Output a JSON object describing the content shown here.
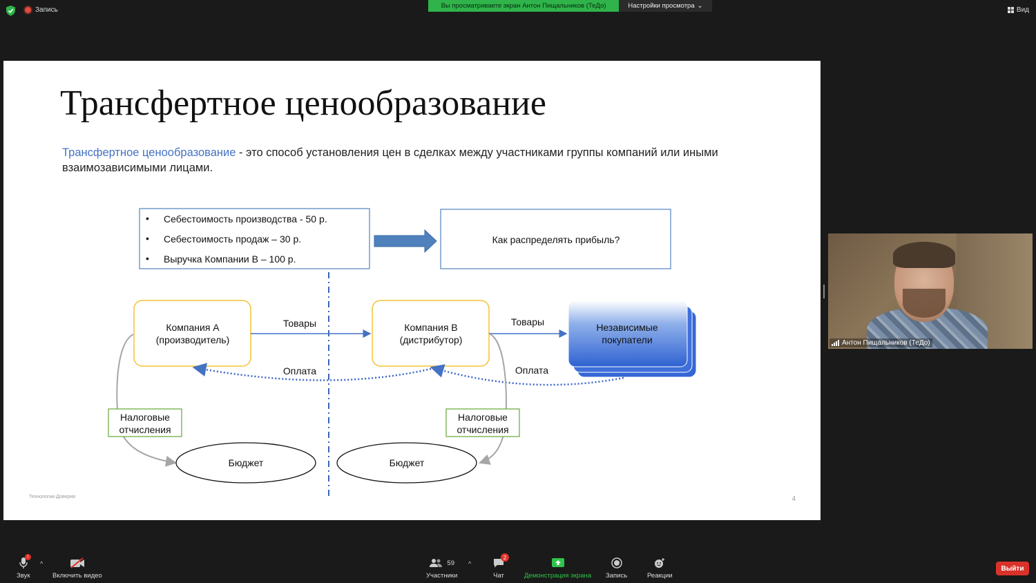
{
  "topbar": {
    "record_label": "Запись",
    "share_banner": "Вы просматриваете экран Антон Пищальников (ТеДо)",
    "view_settings": "Настройки просмотра",
    "view_label": "Вид"
  },
  "slide": {
    "title": "Трансфертное ценообразование",
    "definition_term": "Трансфертное ценообразование",
    "definition_rest": " - это способ установления цен в сделках между участниками группы компаний или иными взаимозависимыми лицами.",
    "bullets": [
      "Себестоимость производства - 50 р.",
      "Себестоимость продаж – 30 р.",
      "Выручка Компании В – 100 р."
    ],
    "question": "Как распределять прибыль?",
    "company_a": [
      "Компания А",
      "(производитель)"
    ],
    "company_b": [
      "Компания В",
      "(дистрибутор)"
    ],
    "buyers": [
      "Независимые",
      "покупатели"
    ],
    "goods_label": "Товары",
    "payment_label": "Оплата",
    "tax": [
      "Налоговые",
      "отчисления"
    ],
    "budget": "Бюджет",
    "footer": "Технологии Доверия",
    "page_number": "4"
  },
  "participant": {
    "name": "Антон Пищальников (ТеДо)"
  },
  "toolbar": {
    "audio": "Звук",
    "video": "Включить видео",
    "participants": "Участники",
    "participants_count": "59",
    "chat": "Чат",
    "chat_badge": "2",
    "share": "Демонстрация экрана",
    "record": "Запись",
    "reactions": "Реакции",
    "exit": "Выйти"
  },
  "colors": {
    "share_green": "#2fb34a",
    "accent_blue": "#4472c4",
    "company_border": "#f2c333",
    "tax_border": "#70ad47",
    "exit_red": "#d9322b"
  }
}
